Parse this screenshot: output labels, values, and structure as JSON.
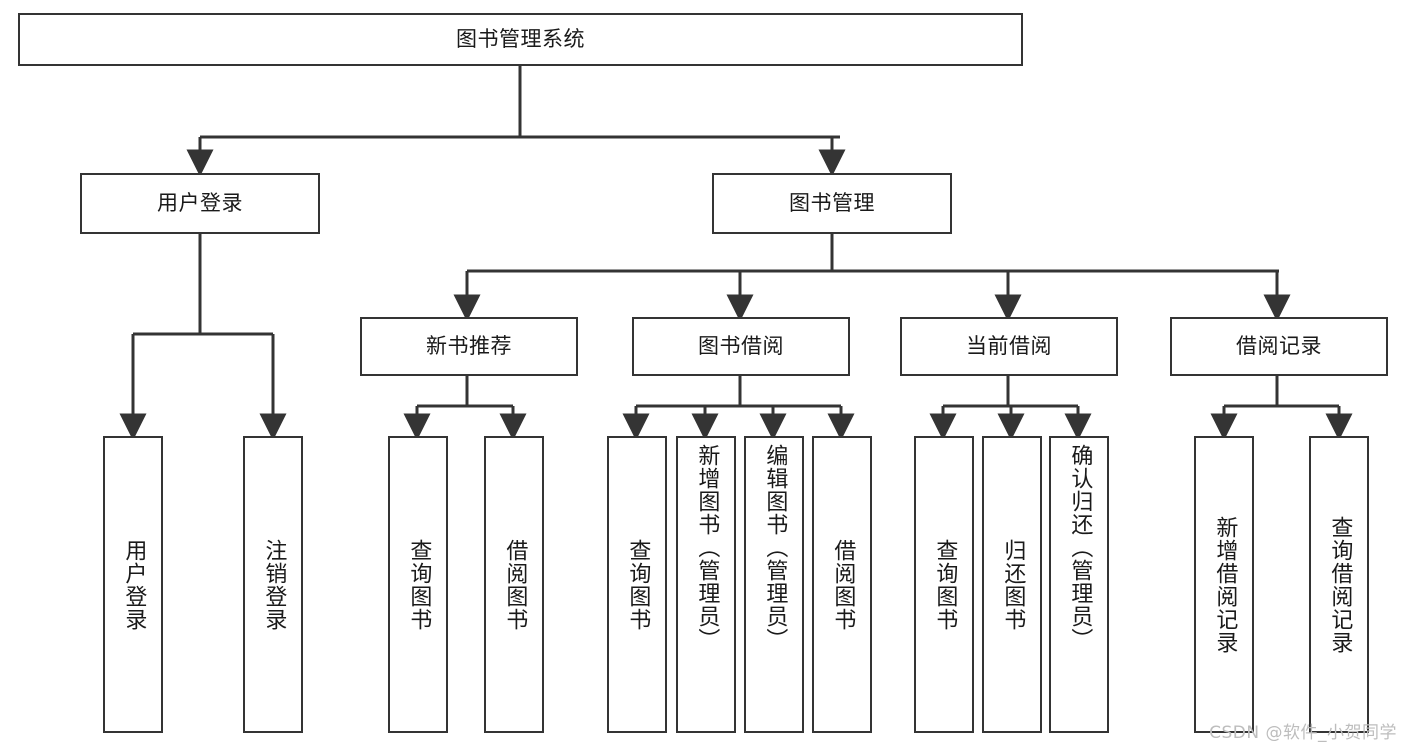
{
  "diagram": {
    "title": "图书管理系统",
    "type": "tree",
    "root": {
      "label": "图书管理系统"
    },
    "level2": [
      {
        "label": "用户登录"
      },
      {
        "label": "图书管理"
      }
    ],
    "level3": [
      {
        "label": "新书推荐"
      },
      {
        "label": "图书借阅"
      },
      {
        "label": "当前借阅"
      },
      {
        "label": "借阅记录"
      }
    ],
    "leaves": {
      "user_login": [
        {
          "label": "用户登录"
        },
        {
          "label": "注销登录"
        }
      ],
      "new_book_recommend": [
        {
          "label": "查询图书"
        },
        {
          "label": "借阅图书"
        }
      ],
      "book_borrow": [
        {
          "label": "查询图书"
        },
        {
          "label": "新增图书（管理员）"
        },
        {
          "label": "编辑图书（管理员）"
        },
        {
          "label": "借阅图书"
        }
      ],
      "current_borrow": [
        {
          "label": "查询图书"
        },
        {
          "label": "归还图书"
        },
        {
          "label": "确认归还（管理员）"
        }
      ],
      "borrow_record": [
        {
          "label": "新增借阅记录"
        },
        {
          "label": "查询借阅记录"
        }
      ]
    }
  },
  "watermark": {
    "text": "CSDN @软件_小贺同学"
  },
  "colors": {
    "stroke": "#343434",
    "text": "#1a1a1a",
    "background": "#ffffff",
    "watermark": "#bdbdbd"
  }
}
